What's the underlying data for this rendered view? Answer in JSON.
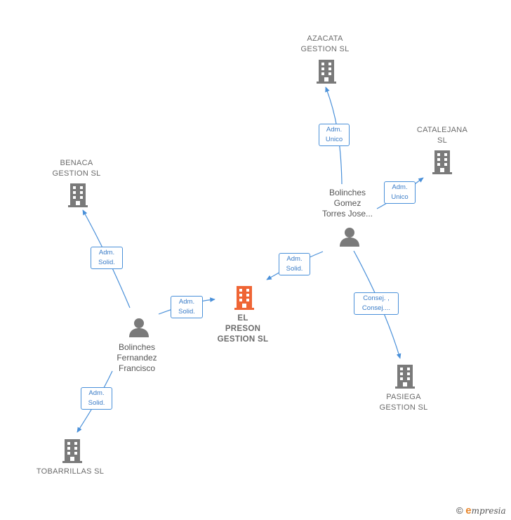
{
  "colors": {
    "edge": "#4a90d9",
    "building": "#7a7a7a",
    "main_building": "#ef6535",
    "person": "#7a7a7a"
  },
  "companies": {
    "azacata": "AZACATA\nGESTION SL",
    "catalejana": "CATALEJANA\nSL",
    "benaca": "BENACA\nGESTION  SL",
    "el_preson": "EL\nPRESON\nGESTION  SL",
    "pasiega": "PASIEGA\nGESTION  SL",
    "tobarrillas": "TOBARRILLAS SL"
  },
  "people": {
    "bolinches_gomez": "Bolinches\nGomez\nTorres Jose...",
    "bolinches_fernandez": "Bolinches\nFernandez\nFrancisco"
  },
  "edges": {
    "gomez_azacata": "Adm.\nUnico",
    "gomez_catalejana": "Adm.\nUnico",
    "gomez_preson": "Adm.\nSolid.",
    "gomez_pasiega": "Consej. ,\nConsej....",
    "fernandez_benaca": "Adm.\nSolid.",
    "fernandez_preson": "Adm.\nSolid.",
    "fernandez_tobarrillas": "Adm.\nSolid."
  },
  "footer": {
    "copyright": "©",
    "brand_e": "e",
    "brand_rest": "mpresia"
  }
}
